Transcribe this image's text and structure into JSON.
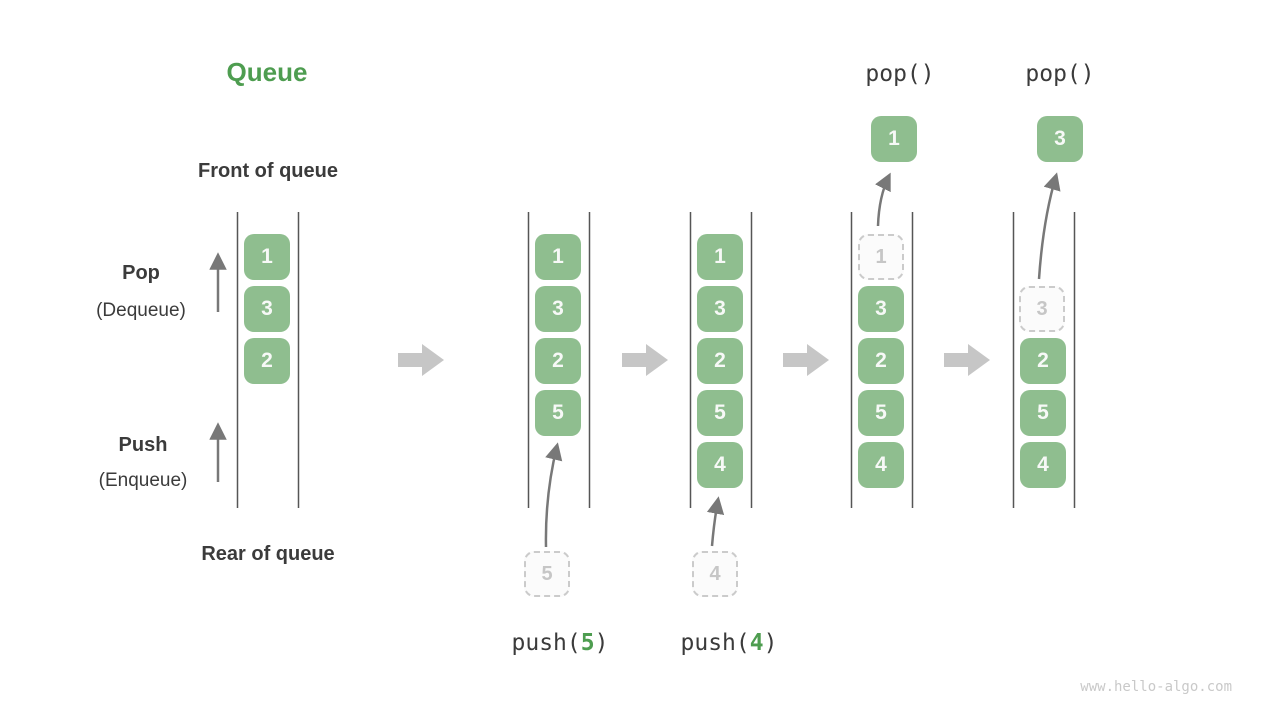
{
  "title": "Queue",
  "watermark": "www.hello-algo.com",
  "labels": {
    "front": "Front of queue",
    "rear": "Rear of queue",
    "pop": "Pop",
    "pop_sub": "(Dequeue)",
    "push": "Push",
    "push_sub": "(Enqueue)"
  },
  "states": [
    {
      "cells": [
        "1",
        "3",
        "2"
      ]
    },
    {
      "cells": [
        "1",
        "3",
        "2",
        "5"
      ],
      "ghost": "5",
      "op": {
        "fn": "push(",
        "arg": "5",
        "close": ")"
      }
    },
    {
      "cells": [
        "1",
        "3",
        "2",
        "5",
        "4"
      ],
      "ghost": "4",
      "op": {
        "fn": "push(",
        "arg": "4",
        "close": ")"
      }
    },
    {
      "cells": [
        "3",
        "2",
        "5",
        "4"
      ],
      "ghost": "1",
      "popped": "1",
      "op_label": "pop()"
    },
    {
      "cells": [
        "2",
        "5",
        "4"
      ],
      "ghost": "3",
      "popped": "3",
      "op_label": "pop()"
    }
  ],
  "colors": {
    "green_box": "#8fbe8f",
    "green_accent": "#4e9d50",
    "text_dark": "#3b3b3b",
    "cell_text": "#f7f9f7",
    "rail": "#565656",
    "arrow_thin": "#787878",
    "arrow_block": "#c6c6c6",
    "ghost_border": "#cbcbcb",
    "ghost_bg": "#fbfbfb",
    "ghost_text": "#c6c6c6",
    "watermark": "#c9c9c9"
  }
}
